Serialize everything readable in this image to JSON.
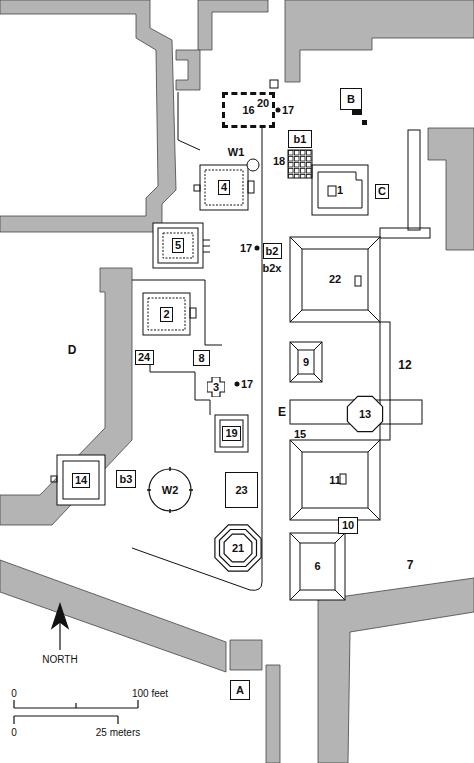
{
  "diagram": {
    "nodes": [
      {
        "text": [
          "B"
        ]
      },
      {
        "text": [
          "16"
        ]
      },
      {
        "text": [
          "b1"
        ]
      },
      {
        "text": [
          "4"
        ]
      },
      {
        "text": [
          "1"
        ]
      },
      {
        "text": [
          "C"
        ]
      },
      {
        "text": [
          "5"
        ]
      },
      {
        "text": [
          "b2"
        ]
      },
      {
        "text": [
          "22"
        ]
      },
      {
        "text": [
          "2"
        ]
      },
      {
        "text": [
          "24"
        ]
      },
      {
        "text": [
          "8"
        ]
      },
      {
        "text": [
          "9"
        ]
      },
      {
        "text": [
          "3"
        ]
      },
      {
        "text": [
          "13"
        ]
      },
      {
        "text": [
          "19"
        ]
      },
      {
        "text": [
          "11"
        ]
      },
      {
        "text": [
          "14"
        ]
      },
      {
        "text": [
          "b3"
        ]
      },
      {
        "text": [
          "W2"
        ]
      },
      {
        "text": [
          "23"
        ]
      },
      {
        "text": [
          "10"
        ]
      },
      {
        "text": [
          "6"
        ]
      },
      {
        "text": [
          "21"
        ]
      },
      {
        "text": [
          "A"
        ]
      }
    ],
    "labels": [
      "20",
      "17",
      "W1",
      "18",
      "17",
      "b2x",
      "D",
      "17",
      "12",
      "E",
      "15",
      "7",
      "NORTH",
      "0",
      "100 feet",
      "0",
      "25 meters"
    ]
  }
}
